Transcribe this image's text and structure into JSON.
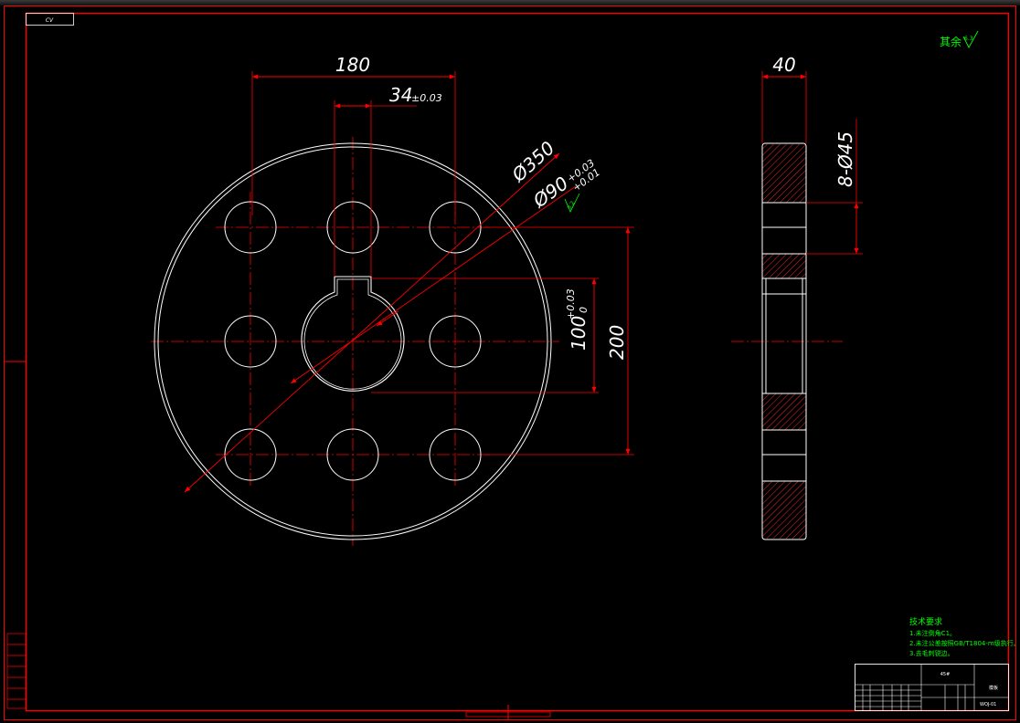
{
  "corner_label": "CV",
  "dimensions": {
    "width_180": "180",
    "key_34": "34",
    "key_34_tol": "±0.03",
    "dia_350": "Ø350",
    "dia_90": "Ø90",
    "dia_90_tol_upper": "+0.03",
    "dia_90_tol_lower": "+0.01",
    "bore_100": "100",
    "bore_100_tol_upper": "+0.03",
    "bore_100_tol_lower": "0",
    "pitch_200": "200",
    "thickness_40": "40",
    "holes_8x45": "8-Ø45"
  },
  "surface": {
    "roughness_rest_label": "其余",
    "roughness_rest_value": "6.3",
    "roughness_bore_value": "3.2"
  },
  "technical_requirements": {
    "title": "技术要求",
    "items": [
      "1.未注倒角C1。",
      "2.未注公差按照GB/T1804-m级执行。",
      "3.去毛刺锐边。"
    ]
  },
  "title_block": {
    "material": "45#",
    "part_name": "模板",
    "drawing_no": "WOJ-01"
  },
  "colors": {
    "frame": "#ff0000",
    "geometry": "#ffffff",
    "annotation": "#00ff00",
    "background": "#000000"
  }
}
